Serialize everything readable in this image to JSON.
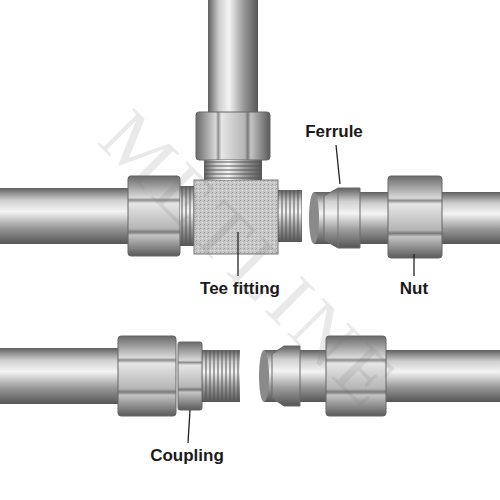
{
  "diagram": {
    "labels": [
      "Ferrule",
      "Tee fitting",
      "Nut",
      "Coupling",
      "METLINE"
    ]
  }
}
